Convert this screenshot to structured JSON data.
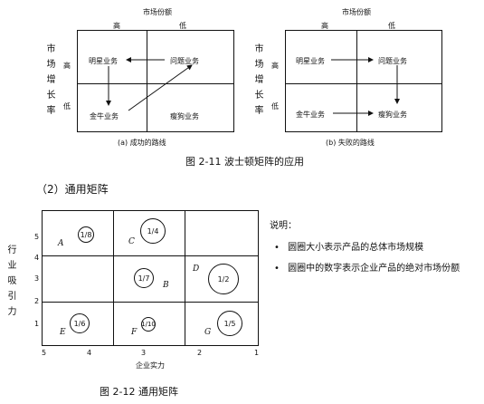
{
  "fig1": {
    "left": {
      "top_title": "市场份额",
      "col_high": "高",
      "col_low": "低",
      "side_label": "市场增长率",
      "row_high": "高",
      "row_low": "低",
      "cells": [
        "明星业务",
        "问题业务",
        "金牛业务",
        "瘦狗业务"
      ],
      "caption": "(a) 成功的路线"
    },
    "right": {
      "top_title": "市场份额",
      "col_high": "高",
      "col_low": "低",
      "side_label": "市场增长率",
      "row_high": "高",
      "row_low": "低",
      "cells": [
        "明星业务",
        "问题业务",
        "金牛业务",
        "瘦狗业务"
      ],
      "caption": "(b) 失败的路线"
    },
    "caption": "图 2-11   波士顿矩阵的应用"
  },
  "section_title": "（2）通用矩阵",
  "fig2": {
    "y_axis_label": "行业吸引力",
    "y_ticks": [
      "5",
      "4",
      "3",
      "2",
      "1"
    ],
    "x_ticks": [
      "5",
      "4",
      "3",
      "2",
      "1"
    ],
    "x_axis_label": "企业实力",
    "letters": [
      "A",
      "B",
      "C",
      "D",
      "E",
      "F",
      "G"
    ],
    "circles": [
      "1/8",
      "1/4",
      "1/7",
      "1/2",
      "1/6",
      "1/10",
      "1/5"
    ],
    "caption": "图 2-12   通用矩阵"
  },
  "notes": {
    "title": "说明：",
    "items": [
      "圆圈大小表示产品的总体市场规模",
      "圆圈中的数字表示企业产品的绝对市场份额"
    ],
    "bullet": "•"
  }
}
